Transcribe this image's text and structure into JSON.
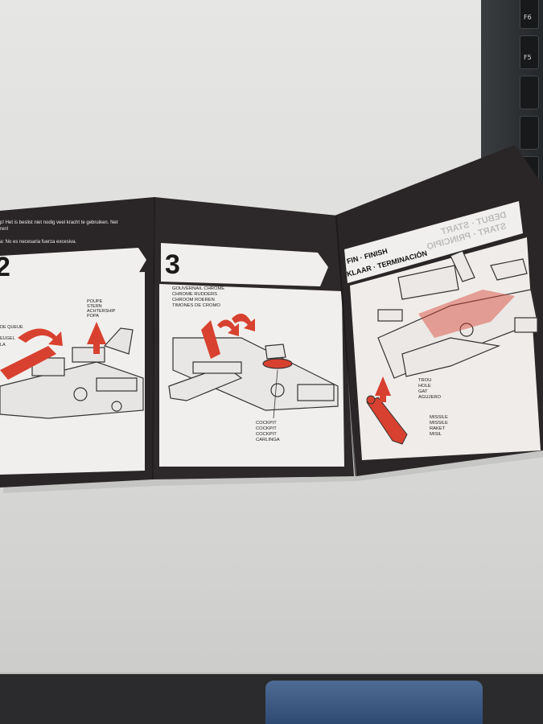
{
  "panel_left": {
    "step_number": "2",
    "warning_nl": "p! Het is beslist niet nodig veel kracht te gebruiken. Net",
    "warning_nl2": "ren!",
    "warning_es": "a: No es necesaria fuerza excesiva.",
    "labels_stern": [
      "POUPE",
      "STERN",
      "ACHTERSHIP",
      "POPA"
    ],
    "labels_tail": [
      "DE QUEUE",
      "EUGEL",
      "LA"
    ]
  },
  "panel_middle": {
    "step_number": "3",
    "labels_rudders": [
      "GOUVERNAIL CHROME",
      "CHROME RUDDERS",
      "CHROOM ROEREN",
      "TIMONES DE CROMO"
    ],
    "labels_cockpit": [
      "COCKPIT",
      "COCKPIT",
      "COCKPIT",
      "CARLINGA"
    ]
  },
  "panel_right": {
    "title_line1": "FIN · FINISH",
    "title_line2": "KLAAR · TERMINACIÓN",
    "mirrored_line1": "DEBUT · START",
    "mirrored_line2": "START · PRINCIPIO",
    "labels_hole": [
      "TROU",
      "HOLE",
      "GAT",
      "AGUJERO"
    ],
    "labels_missile": [
      "MISSILE",
      "MISSILE",
      "RAKET",
      "MISIL"
    ]
  },
  "keyboard": {
    "keys": [
      "F6",
      "F5"
    ]
  },
  "colors": {
    "instruction_red": "#d8412f",
    "sheet_dark": "#2a2526",
    "panel_light": "#f1efed"
  }
}
